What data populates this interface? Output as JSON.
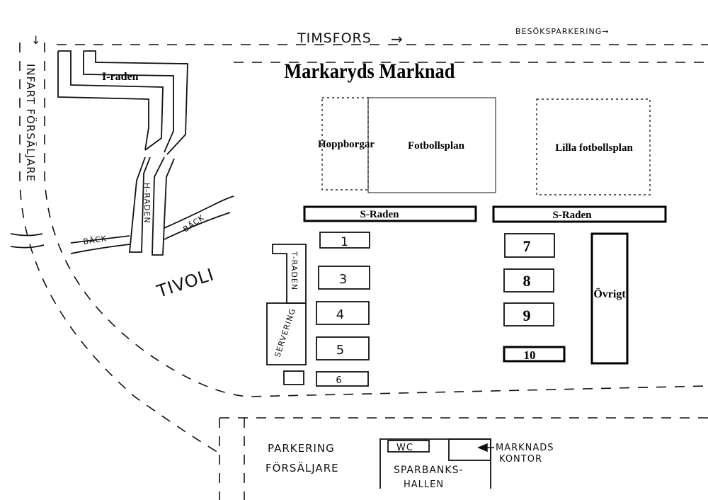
{
  "title": "Markaryds Marknad",
  "roads": {
    "north": "TIMSFORS",
    "north_arrow": "→",
    "visitor_parking": "BESÖKSPARKERING→",
    "entrance": "INFART FÖRSÄLJARE",
    "entrance_arrow": "↓"
  },
  "areas": {
    "i_raden": "I-raden",
    "h_raden": "H-RADEN",
    "t_raden": "T-RADEN",
    "servering": "SERVERING",
    "tivoli": "TIVOLI",
    "back_left": "BÄCK",
    "back_right": "BÄCK",
    "hoppborgar": "Hoppborgar",
    "fotbollsplan": "Fotbollsplan",
    "lilla_fotbollsplan": "Lilla fotbollsplan",
    "s_raden_left": "S-Raden",
    "s_raden_right": "S-Raden",
    "ovrigt": "Övrigt"
  },
  "stalls": [
    "1",
    "3",
    "4",
    "5",
    "6",
    "7",
    "8",
    "9",
    "10"
  ],
  "bottom": {
    "parking_line1": "PARKERING",
    "parking_line2": "FÖRSÄLJARE",
    "wc": "WC",
    "hall_line1": "SPARBANKS-",
    "hall_line2": "HALLEN",
    "office_line1": "MARKNADS",
    "office_line2": "KONTOR"
  }
}
